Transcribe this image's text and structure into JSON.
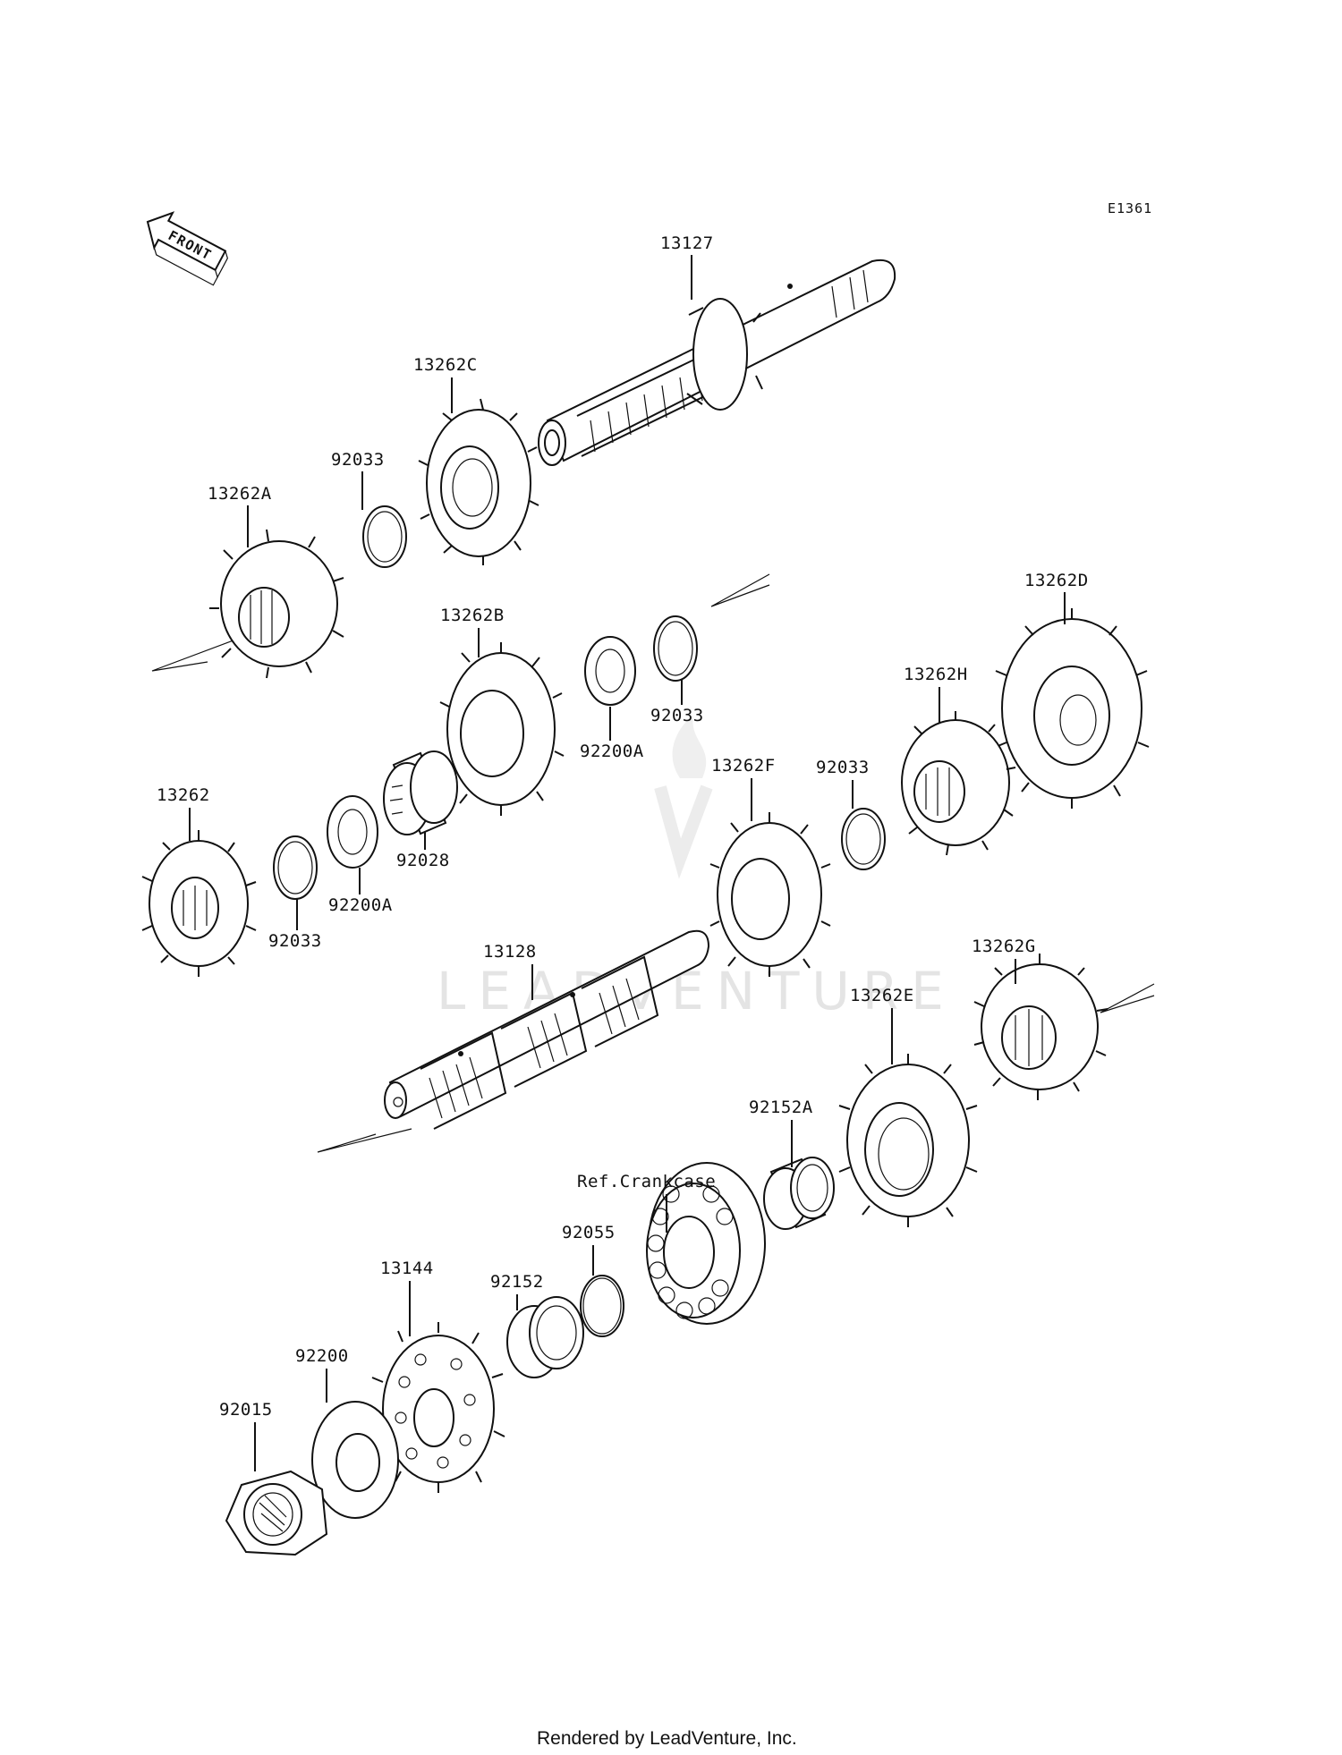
{
  "diagram": {
    "code": "E1361",
    "front_label": "FRONT",
    "watermark": "LEADVENTURE",
    "footer": "Rendered by LeadVenture, Inc.",
    "parts": [
      {
        "id": "p13127",
        "label": "13127",
        "icon": "main-shaft-icon"
      },
      {
        "id": "p13262C",
        "label": "13262C",
        "icon": "gear-icon"
      },
      {
        "id": "p92033a",
        "label": "92033",
        "icon": "circlip-icon"
      },
      {
        "id": "p13262A",
        "label": "13262A",
        "icon": "gear-icon"
      },
      {
        "id": "p13262B",
        "label": "13262B",
        "icon": "gear-icon"
      },
      {
        "id": "p92200Aa",
        "label": "92200A",
        "icon": "washer-icon"
      },
      {
        "id": "p92033b",
        "label": "92033",
        "icon": "circlip-icon"
      },
      {
        "id": "p13262D",
        "label": "13262D",
        "icon": "gear-icon"
      },
      {
        "id": "p13262H",
        "label": "13262H",
        "icon": "gear-icon"
      },
      {
        "id": "p92033c",
        "label": "92033",
        "icon": "circlip-icon"
      },
      {
        "id": "p13262F",
        "label": "13262F",
        "icon": "gear-icon"
      },
      {
        "id": "p13262",
        "label": "13262",
        "icon": "gear-icon"
      },
      {
        "id": "p92033d",
        "label": "92033",
        "icon": "circlip-icon"
      },
      {
        "id": "p92200Ab",
        "label": "92200A",
        "icon": "washer-icon"
      },
      {
        "id": "p92028",
        "label": "92028",
        "icon": "needle-bearing-icon"
      },
      {
        "id": "p13128",
        "label": "13128",
        "icon": "drive-shaft-icon"
      },
      {
        "id": "p13262G",
        "label": "13262G",
        "icon": "gear-icon"
      },
      {
        "id": "p13262E",
        "label": "13262E",
        "icon": "gear-icon"
      },
      {
        "id": "p92152A",
        "label": "92152A",
        "icon": "collar-icon"
      },
      {
        "id": "pRef",
        "label": "Ref.Crankcase",
        "icon": "ball-bearing-icon"
      },
      {
        "id": "p92055",
        "label": "92055",
        "icon": "o-ring-icon"
      },
      {
        "id": "p92152",
        "label": "92152",
        "icon": "collar-icon"
      },
      {
        "id": "p13144",
        "label": "13144",
        "icon": "sprocket-icon"
      },
      {
        "id": "p92200",
        "label": "92200",
        "icon": "washer-icon"
      },
      {
        "id": "p92015",
        "label": "92015",
        "icon": "nut-icon"
      }
    ]
  }
}
